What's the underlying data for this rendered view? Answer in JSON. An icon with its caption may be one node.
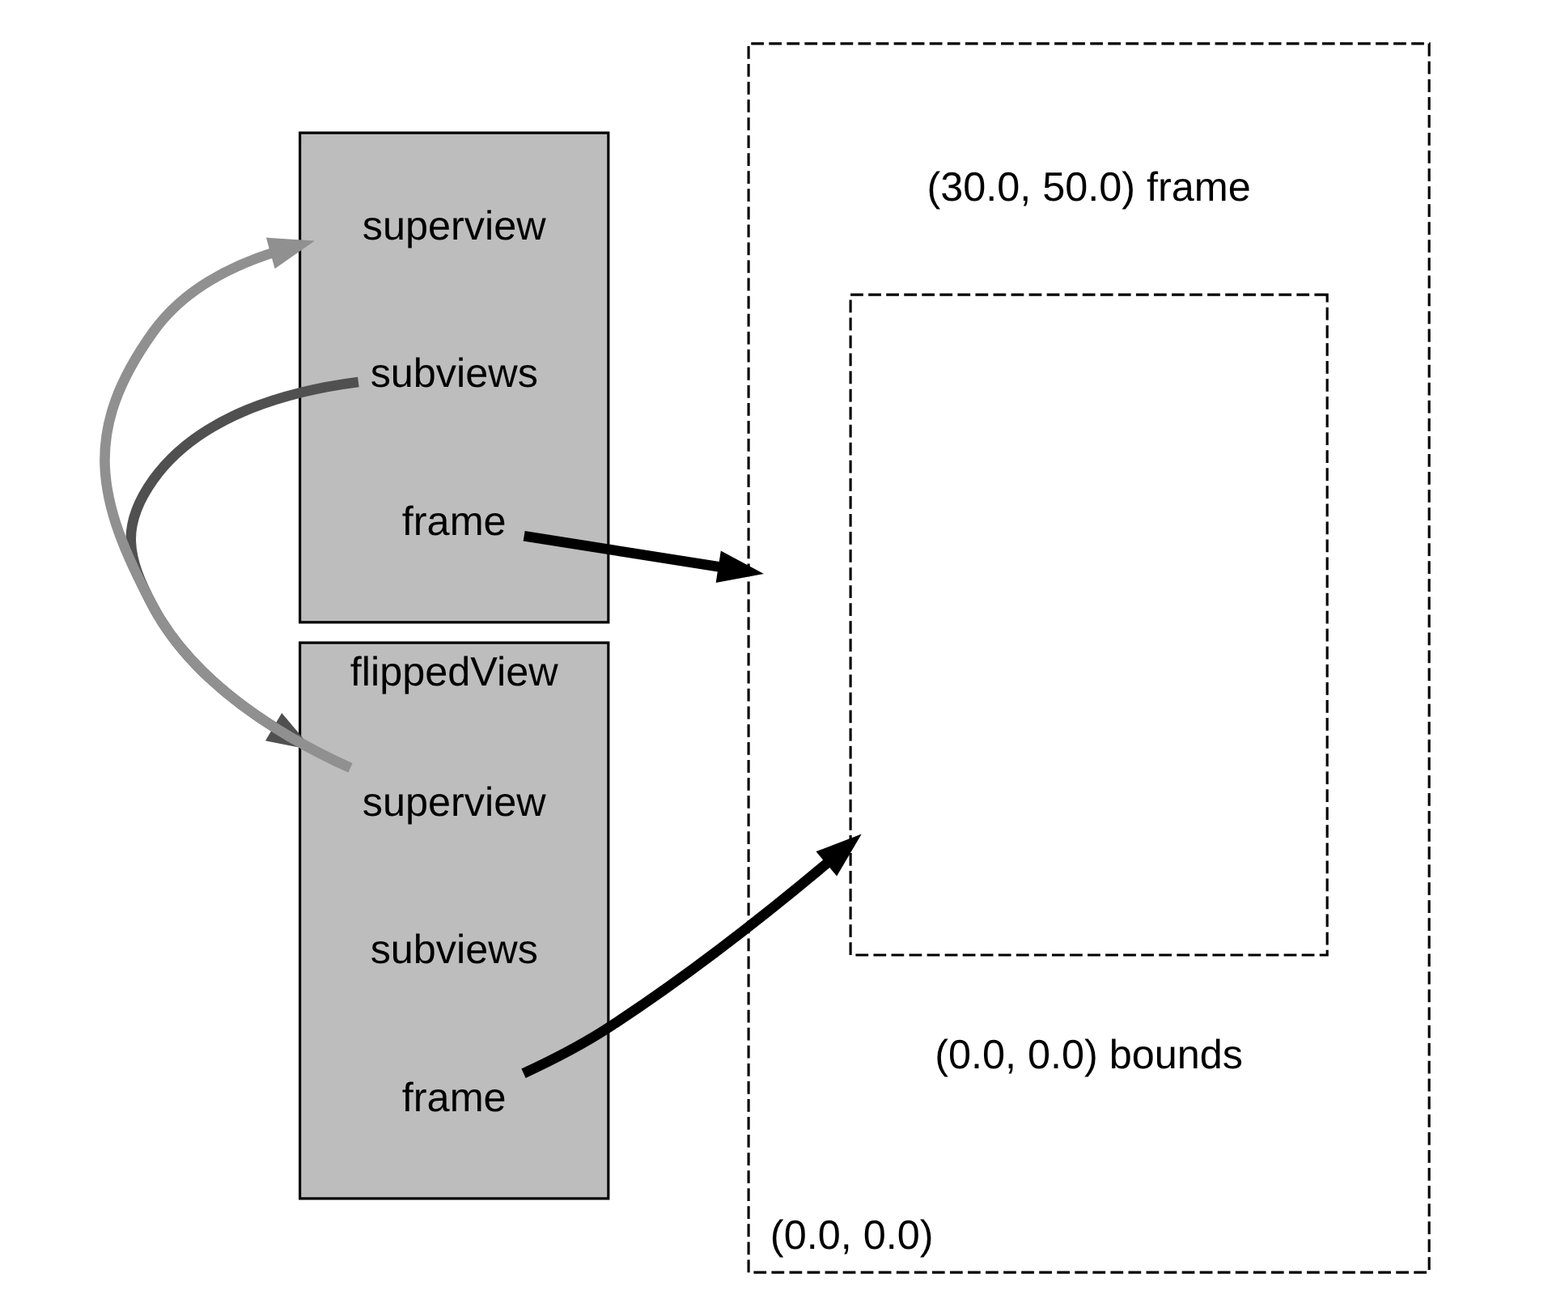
{
  "diagram": {
    "nodes": [
      {
        "text": [],
        "shape": "box"
      },
      {
        "text": [
          "superview"
        ],
        "in": 0
      },
      {
        "text": [
          "subviews"
        ],
        "in": 0
      },
      {
        "text": [
          "frame"
        ],
        "in": 0
      },
      {
        "text": [
          "flippedView"
        ]
      },
      {
        "text": [
          "superview"
        ],
        "in": 4
      },
      {
        "text": [
          "subviews"
        ],
        "in": 4
      },
      {
        "text": [
          "frame"
        ],
        "in": 4
      },
      {
        "text": [],
        "shape": "box",
        "beside": [
          "(0.0, 0.0)"
        ]
      },
      {
        "text": [],
        "shape": "box",
        "in": 8,
        "beside": [
          "(0.0, 0.0) bounds",
          "(30.0, 50.0) frame"
        ]
      }
    ],
    "edges": [
      {
        "from": 2,
        "to": 4,
        "arrow": "to",
        "color": "#505050"
      },
      {
        "from": 3,
        "to": 8,
        "arrow": "to"
      },
      {
        "from": 5,
        "to": 0,
        "arrow": "to",
        "color": "#909090"
      },
      {
        "from": 7,
        "to": 9,
        "arrow": "to"
      }
    ]
  }
}
